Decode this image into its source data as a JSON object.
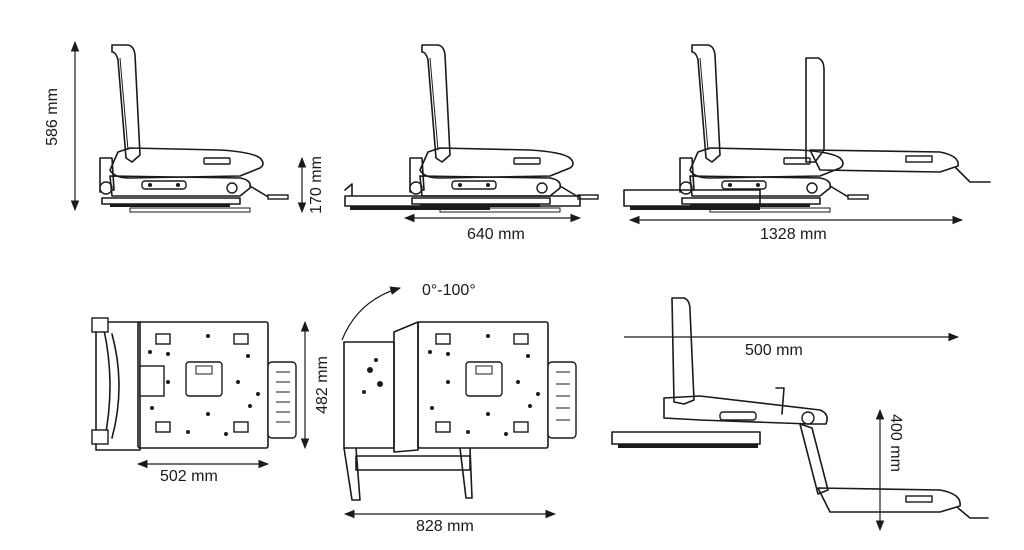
{
  "dimensions": {
    "height_total": "586 mm",
    "height_base": "170 mm",
    "length_retracted": "640 mm",
    "length_extended": "1328 mm",
    "width_top": "482 mm",
    "depth_top": "502 mm",
    "depth_rotated": "828 mm",
    "rotation": "0°-100°",
    "reach": "500 mm",
    "drop": "400 mm"
  },
  "colors": {
    "line": "#1a1a1a",
    "background": "#ffffff"
  }
}
